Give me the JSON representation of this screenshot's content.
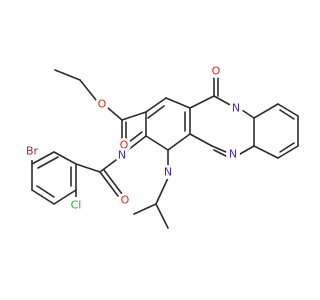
{
  "colors": {
    "background": "#ffffff",
    "bond": "#2b2b2b",
    "carbon": "#2b2b2b",
    "oxygen": "#e8251b",
    "nitrogen": "#2f2fd6",
    "bromine": "#a52a2a",
    "chlorine": "#1fb51f"
  },
  "atoms": {
    "o_ester_carbonyl": "O",
    "o_ester_ether": "O",
    "o_ketone": "O",
    "o_amide": "O",
    "n_ring_fused_top": "N",
    "n_ring_pyrimidine": "N",
    "n_ring_isopropyl": "N",
    "n_imine": "N",
    "br": "Br",
    "cl": "Cl"
  }
}
